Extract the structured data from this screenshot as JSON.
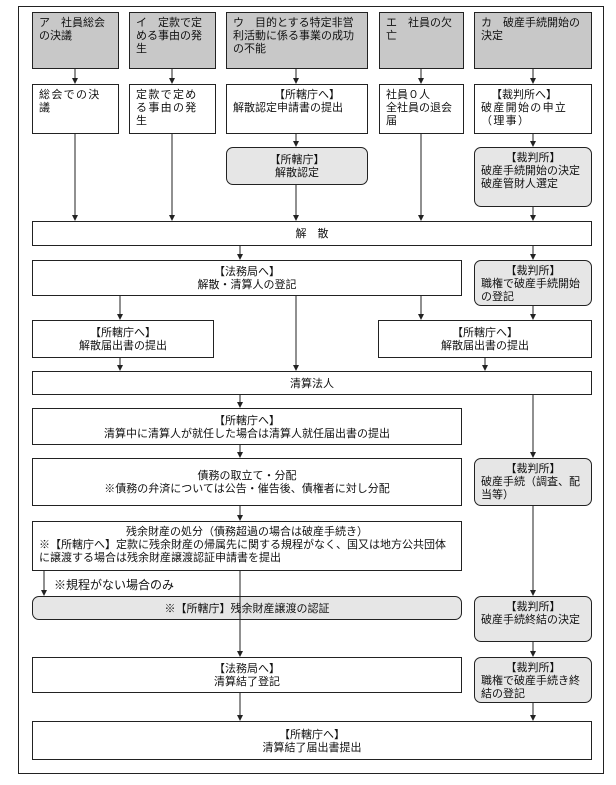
{
  "reasons": [
    {
      "label": "ア　社員総会の決議"
    },
    {
      "label": "イ　定款で定める事由の発生"
    },
    {
      "label": "ウ　目的とする特定非営利活動に係る事業の成功の不能"
    },
    {
      "label": "エ　社員の欠亡"
    },
    {
      "label": "カ　破産手続開始の決定"
    }
  ],
  "steps": {
    "a": "総会での決議",
    "b": "定款で定める事由の発生",
    "c": [
      "【所轄庁へ】",
      "解散認定申請書の提出"
    ],
    "d": [
      "社員０人",
      "全社員の退会届"
    ],
    "e": [
      "【裁判所へ】",
      "破産開始の申立（理事）"
    ]
  },
  "ninntei": [
    "【所轄庁】",
    "解散認定"
  ],
  "court_start": [
    "【裁判所】",
    "破産手続開始の決定",
    "破産管財人選定"
  ],
  "kaisan": "解　散",
  "touki": [
    "【法務局へ】",
    "解散・清算人の登記"
  ],
  "court_touki": [
    "【裁判所】",
    "職権で破産手続開始の登記"
  ],
  "todoke_left": [
    "【所轄庁へ】",
    "解散届出書の提出"
  ],
  "todoke_right": [
    "【所轄庁へ】",
    "解散届出書の提出"
  ],
  "seisan_houjin": "清算法人",
  "shuunin": [
    "【所轄庁へ】",
    "清算中に清算人が就任した場合は清算人就任届出書の提出"
  ],
  "saimu": [
    "債務の取立て・分配",
    "※債務の弁済については公告・催告後、債権者に対し分配"
  ],
  "court_tetsuzuki": [
    "【裁判所】",
    "破産手続（調査、配当等）"
  ],
  "zanyo": [
    "残余財産の処分（債務超過の場合は破産手続き）",
    "※【所轄庁へ】定款に残余財産の帰属先に関する規程がなく、国又は地方公共団体に譲渡する場合は残余財産譲渡認証申請書を提出"
  ],
  "kitei_note": "※規程がない場合のみ",
  "ninsho": "※【所轄庁】残余財産譲渡の認証",
  "court_shuuketsu": [
    "【裁判所】",
    "破産手続終結の決定"
  ],
  "ketsuryou_touki": [
    "【法務局へ】",
    "清算結了登記"
  ],
  "court_shuuketsu_touki": [
    "【裁判所】",
    "職権で破産手続き終結の登記"
  ],
  "ketsuryou_todoke": [
    "【所轄庁へ】",
    "清算結了届出書提出"
  ]
}
